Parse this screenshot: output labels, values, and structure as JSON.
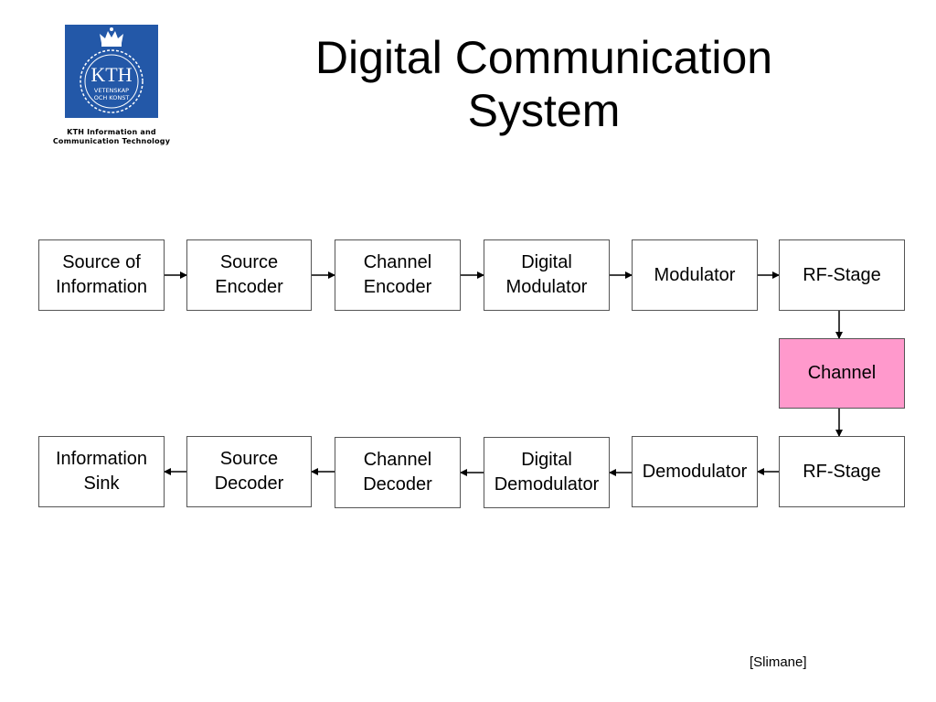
{
  "logo": {
    "text": "KTH",
    "motto_line1": "VETENSKAP",
    "motto_line2": "OCH KONST",
    "caption_line1": "KTH Information and",
    "caption_line2": "Communication Technology",
    "colors": {
      "background": "#2358a8",
      "foreground": "#ffffff"
    }
  },
  "title": {
    "line1": "Digital Communication",
    "line2": "System"
  },
  "diagram": {
    "transmit_chain": [
      {
        "id": "source-of-information",
        "lines": [
          "Source of",
          "Information"
        ]
      },
      {
        "id": "source-encoder",
        "lines": [
          "Source",
          "Encoder"
        ]
      },
      {
        "id": "channel-encoder",
        "lines": [
          "Channel",
          "Encoder"
        ]
      },
      {
        "id": "digital-modulator",
        "lines": [
          "Digital",
          "Modulator"
        ]
      },
      {
        "id": "modulator",
        "lines": [
          "Modulator"
        ]
      },
      {
        "id": "rf-stage-tx",
        "lines": [
          "RF-Stage"
        ]
      }
    ],
    "channel": {
      "id": "channel",
      "lines": [
        "Channel"
      ],
      "color": "#ff99cc"
    },
    "receive_chain": [
      {
        "id": "rf-stage-rx",
        "lines": [
          "RF-Stage"
        ]
      },
      {
        "id": "demodulator",
        "lines": [
          "Demodulator"
        ]
      },
      {
        "id": "digital-demodulator",
        "lines": [
          "Digital",
          "Demodulator"
        ]
      },
      {
        "id": "channel-decoder",
        "lines": [
          "Channel",
          "Decoder"
        ]
      },
      {
        "id": "source-decoder",
        "lines": [
          "Source",
          "Decoder"
        ]
      },
      {
        "id": "information-sink",
        "lines": [
          "Information",
          "Sink"
        ]
      }
    ],
    "connections": [
      [
        "source-of-information",
        "source-encoder"
      ],
      [
        "source-encoder",
        "channel-encoder"
      ],
      [
        "channel-encoder",
        "digital-modulator"
      ],
      [
        "digital-modulator",
        "modulator"
      ],
      [
        "modulator",
        "rf-stage-tx"
      ],
      [
        "rf-stage-tx",
        "channel"
      ],
      [
        "channel",
        "rf-stage-rx"
      ],
      [
        "rf-stage-rx",
        "demodulator"
      ],
      [
        "demodulator",
        "digital-demodulator"
      ],
      [
        "digital-demodulator",
        "channel-decoder"
      ],
      [
        "channel-decoder",
        "source-decoder"
      ],
      [
        "source-decoder",
        "information-sink"
      ]
    ]
  },
  "credit": "[Slimane]"
}
